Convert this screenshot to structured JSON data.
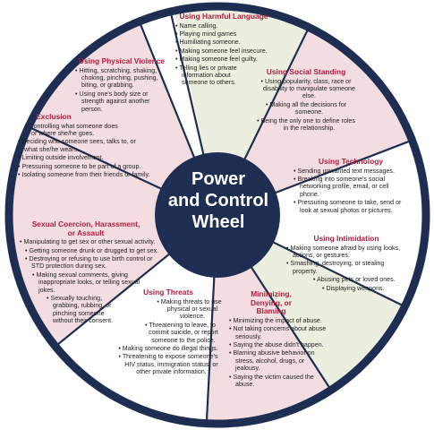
{
  "wheel": {
    "title_lines": [
      "Power",
      "and Control",
      "Wheel"
    ],
    "colors": {
      "rim": "#1d2e52",
      "hub": "#1d2e52",
      "spoke": "#1d2e52",
      "sector_pink": "#f3dde0",
      "sector_green": "#eceedf",
      "sector_white": "#ffffff",
      "title_red": "#b31c3f"
    }
  },
  "sections": {
    "harmful_language": {
      "title": "Using Harmful Language",
      "items": [
        "Name calling.",
        "Playing mind games",
        "Humiliating someone.",
        "Making someone feel insecure.",
        "Making someone feel guilty.",
        "Telling lies or private information about someone to others."
      ]
    },
    "social_standing": {
      "title": "Using Social Standing",
      "items": [
        "Using popularity, class, race or disability to manipulate someone else.",
        "Making all the decisions for someone.",
        "Being the only one to define roles in the relationship."
      ]
    },
    "technology": {
      "title": "Using Technology",
      "items": [
        "Sending unwanted text messages.",
        "Breaking into someone's social networking profile, email, or cell phone.",
        "Pressuring someone to take, send or look at sexual photos or pictures."
      ]
    },
    "intimidation": {
      "title": "Using Intimidation",
      "items": [
        "Making someone afraid by using looks, actions, or gestures.",
        "Smashing, destroying, or stealing property.",
        "Abusing pets or loved ones.",
        "Displaying weapons."
      ]
    },
    "minimizing": {
      "title": "Minimizing, Denying, or Blaming",
      "items": [
        "Minimizing the impact of abuse.",
        "Not taking concerns about abuse seriously.",
        "Saying the abuse didn't happen.",
        "Blaming abusive behavior on stress, alcohol, drugs, or jealousy.",
        "Saying the victim caused the abuse."
      ]
    },
    "threats": {
      "title": "Using Threats",
      "items": [
        "Making threats to use physical or sexual violence.",
        "Threatening to leave, to commit suicide, or report someone to the police.",
        "Making someone do illegal things.",
        "Threatening to expose someone's HIV status, immigration status, or other private information."
      ]
    },
    "sexual_coercion": {
      "title": "Sexual Coercion, Harassment, or Assault",
      "items": [
        "Manipulating to get sex or other sexual activity.",
        "Getting someone drunk or drugged to get sex.",
        "Destroying or refusing to use birth control or STD protection during sex.",
        "Making sexual comments, giving inappropriate looks, or telling sexual jokes.",
        "Sexually touching, grabbing, rubbing, or pinching someone without their consent."
      ]
    },
    "exclusion": {
      "title": "Exclusion",
      "items": [
        "Controlling what someone does or where she/he goes.",
        "Deciding who someone sees, talks to, or what she/he wears.",
        "Limiting outside involvement.",
        "Pressuring someone to be part of a group.",
        "Isolating someone from their friends or family."
      ]
    },
    "physical_violence": {
      "title": "Using Physical Violence",
      "items": [
        "Hitting, scratching, shaking, choking, pinching, pushing, biting, or grabbing.",
        "Using one's body size or strength against another person."
      ]
    }
  }
}
